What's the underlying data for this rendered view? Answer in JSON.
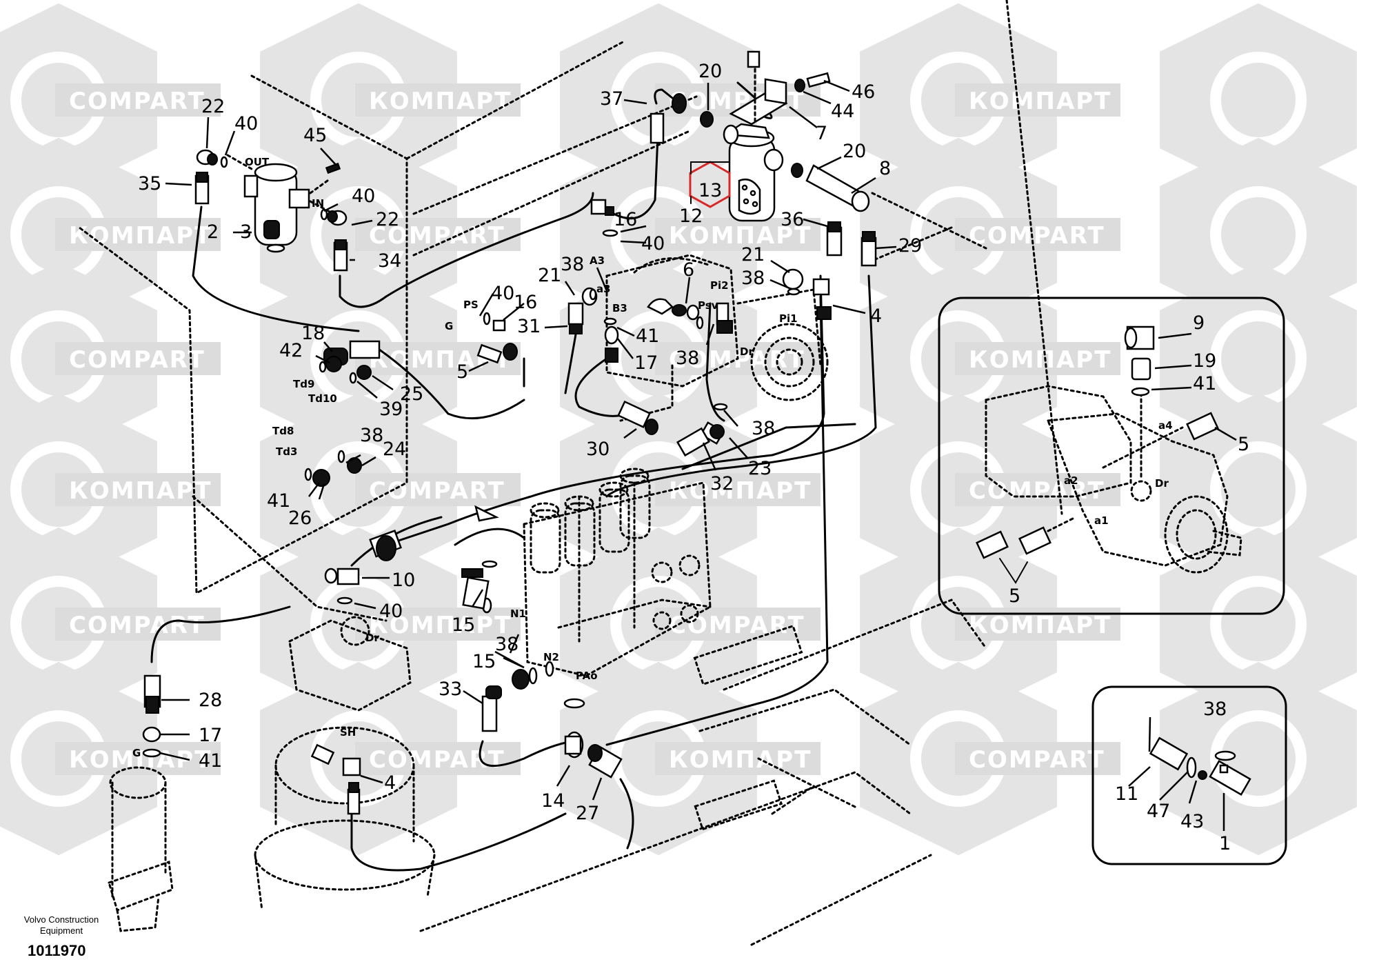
{
  "document": {
    "publisher": "Volvo Construction\nEquipment",
    "publisher_line1": "Volvo Construction",
    "publisher_line2": "Equipment",
    "drawing_number": "1011970"
  },
  "watermark": {
    "texts": [
      "COMPART",
      "КОМПАРТ"
    ],
    "color": "#e0e0e0"
  },
  "highlight": {
    "part": "13",
    "color": "#d62828"
  },
  "callouts": [
    {
      "id": "c22a",
      "label": "22"
    },
    {
      "id": "c40a",
      "label": "40"
    },
    {
      "id": "c35",
      "label": "35"
    },
    {
      "id": "c45",
      "label": "45"
    },
    {
      "id": "c40b",
      "label": "40"
    },
    {
      "id": "c22b",
      "label": "22"
    },
    {
      "id": "c2",
      "label": "2"
    },
    {
      "id": "c3",
      "label": "3"
    },
    {
      "id": "c34",
      "label": "34"
    },
    {
      "id": "c37",
      "label": "37"
    },
    {
      "id": "c20a",
      "label": "20"
    },
    {
      "id": "c46",
      "label": "46"
    },
    {
      "id": "c44",
      "label": "44"
    },
    {
      "id": "c7",
      "label": "7"
    },
    {
      "id": "c20b",
      "label": "20"
    },
    {
      "id": "c8",
      "label": "8"
    },
    {
      "id": "c13",
      "label": "13"
    },
    {
      "id": "c12",
      "label": "12"
    },
    {
      "id": "c36",
      "label": "36"
    },
    {
      "id": "c29",
      "label": "29"
    },
    {
      "id": "c16a",
      "label": "16"
    },
    {
      "id": "c40c",
      "label": "40"
    },
    {
      "id": "c21a",
      "label": "21"
    },
    {
      "id": "c38a",
      "label": "38"
    },
    {
      "id": "c6",
      "label": "6"
    },
    {
      "id": "c21b",
      "label": "21"
    },
    {
      "id": "c38b",
      "label": "38"
    },
    {
      "id": "c4a",
      "label": "4"
    },
    {
      "id": "c40d",
      "label": "40"
    },
    {
      "id": "c16b",
      "label": "16"
    },
    {
      "id": "c31",
      "label": "31"
    },
    {
      "id": "c41a",
      "label": "41"
    },
    {
      "id": "c17a",
      "label": "17"
    },
    {
      "id": "c38c",
      "label": "38"
    },
    {
      "id": "c18",
      "label": "18"
    },
    {
      "id": "c42",
      "label": "42"
    },
    {
      "id": "c5a",
      "label": "5"
    },
    {
      "id": "c25",
      "label": "25"
    },
    {
      "id": "c39",
      "label": "39"
    },
    {
      "id": "c38d",
      "label": "38"
    },
    {
      "id": "c30",
      "label": "30"
    },
    {
      "id": "c23",
      "label": "23"
    },
    {
      "id": "c32",
      "label": "32"
    },
    {
      "id": "c38e",
      "label": "38"
    },
    {
      "id": "c24",
      "label": "24"
    },
    {
      "id": "c41b",
      "label": "41"
    },
    {
      "id": "c26",
      "label": "26"
    },
    {
      "id": "c10",
      "label": "10"
    },
    {
      "id": "c40e",
      "label": "40"
    },
    {
      "id": "c15a",
      "label": "15"
    },
    {
      "id": "c38f",
      "label": "38"
    },
    {
      "id": "c15b",
      "label": "15"
    },
    {
      "id": "c33",
      "label": "33"
    },
    {
      "id": "c28",
      "label": "28"
    },
    {
      "id": "c17b",
      "label": "17"
    },
    {
      "id": "c41c",
      "label": "41"
    },
    {
      "id": "c4b",
      "label": "4"
    },
    {
      "id": "c14",
      "label": "14"
    },
    {
      "id": "c27",
      "label": "27"
    },
    {
      "id": "c9",
      "label": "9"
    },
    {
      "id": "c19",
      "label": "19"
    },
    {
      "id": "c41d",
      "label": "41"
    },
    {
      "id": "c5b",
      "label": "5"
    },
    {
      "id": "c5c",
      "label": "5"
    },
    {
      "id": "c38g",
      "label": "38"
    },
    {
      "id": "c11",
      "label": "11"
    },
    {
      "id": "c47",
      "label": "47"
    },
    {
      "id": "c43",
      "label": "43"
    },
    {
      "id": "c1",
      "label": "1"
    }
  ],
  "ports": [
    {
      "id": "pOUT",
      "label": "OUT"
    },
    {
      "id": "pIN",
      "label": "IN"
    },
    {
      "id": "pA3",
      "label": "A3"
    },
    {
      "id": "pa3",
      "label": "a3"
    },
    {
      "id": "pB3",
      "label": "B3"
    },
    {
      "id": "pPi2",
      "label": "Pi2"
    },
    {
      "id": "pPsv",
      "label": "Psv"
    },
    {
      "id": "pPi1",
      "label": "Pi1"
    },
    {
      "id": "pDr1",
      "label": "Dr"
    },
    {
      "id": "pPS",
      "label": "PS"
    },
    {
      "id": "pG1",
      "label": "G"
    },
    {
      "id": "pTd9",
      "label": "Td9"
    },
    {
      "id": "pTd10",
      "label": "Td10"
    },
    {
      "id": "pTd8",
      "label": "Td8"
    },
    {
      "id": "pTd3",
      "label": "Td3"
    },
    {
      "id": "pN1",
      "label": "N1"
    },
    {
      "id": "pN2",
      "label": "N2"
    },
    {
      "id": "pPAo",
      "label": "PAo"
    },
    {
      "id": "pDr2",
      "label": "Dr"
    },
    {
      "id": "pSH",
      "label": "SH"
    },
    {
      "id": "pG2",
      "label": "G"
    },
    {
      "id": "pa4",
      "label": "a4"
    },
    {
      "id": "pa2",
      "label": "a2"
    },
    {
      "id": "pa1",
      "label": "a1"
    },
    {
      "id": "pDr3",
      "label": "Dr"
    }
  ]
}
